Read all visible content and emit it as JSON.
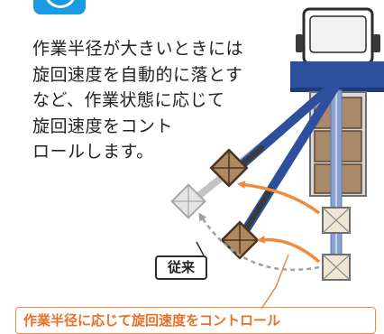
{
  "description_lines": [
    "作業半径が大きいときには",
    "旋回速度を自動的に落とす",
    "など、作業状態に応じて",
    "旋回速度をコント",
    "ロールします。"
  ],
  "conventional_label": "従来",
  "bottom_note": "作業半径に応じて旋回速度をコントロール",
  "colors": {
    "accent_blue": "#1a9ae0",
    "boom_blue": "#2c4f9e",
    "arrow_orange": "#f08a3c",
    "conventional_gray": "#b5b5b5",
    "cargo_brown": "#a8896a"
  }
}
